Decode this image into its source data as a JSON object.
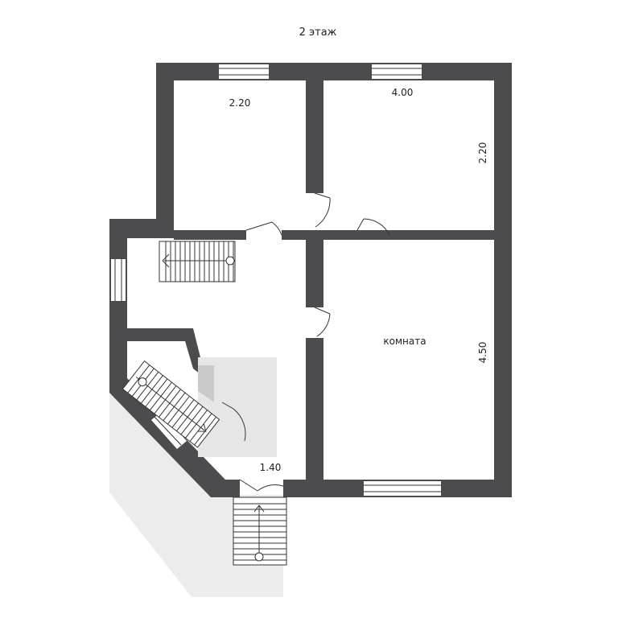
{
  "title": "2 этаж",
  "labels": {
    "room_tl_width": "2.20",
    "room_tr_width": "4.00",
    "room_tr_depth": "2.20",
    "room_br_name": "комната",
    "room_br_depth": "4.50",
    "entrance_width": "1.40"
  },
  "colors": {
    "wall": "#4c4c4f",
    "floor": "#ffffff",
    "terrace": "#ececec",
    "hall": "#e6e6e6",
    "line": "#333333"
  }
}
